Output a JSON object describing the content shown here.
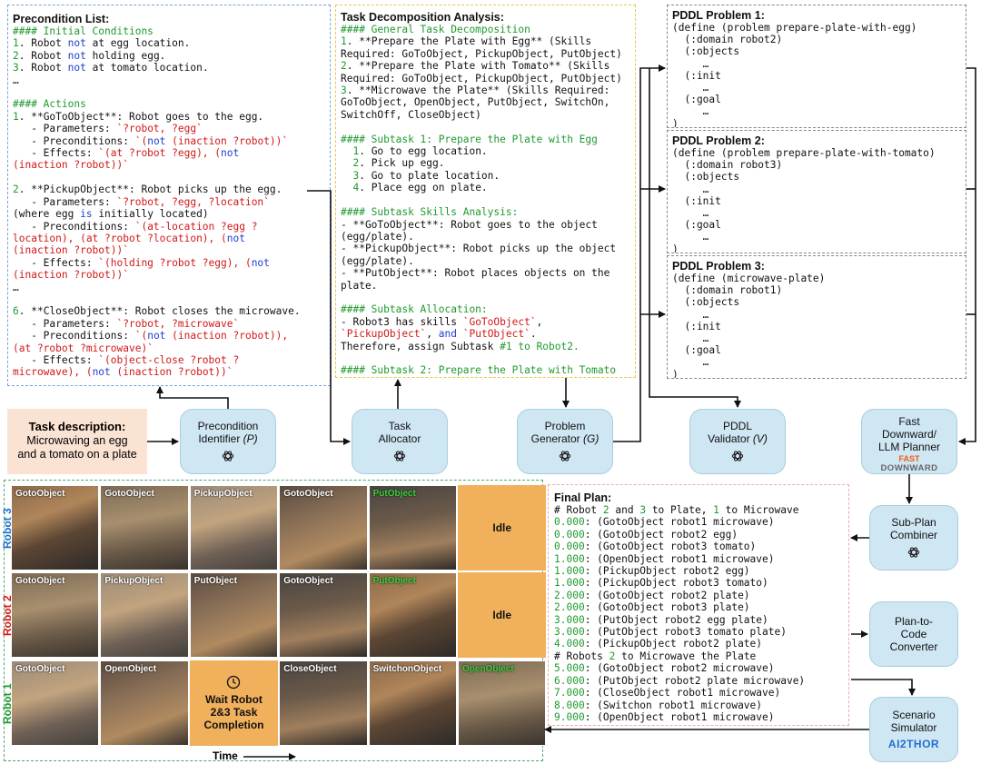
{
  "precondition": {
    "title": "Precondition List:",
    "lines": [
      [
        [
          "#### Initial Conditions",
          "g"
        ]
      ],
      [
        [
          "1",
          "g"
        ],
        [
          ". Robot ",
          "blk"
        ],
        [
          "not",
          "b"
        ],
        [
          " at egg location.",
          "blk"
        ]
      ],
      [
        [
          "2",
          "g"
        ],
        [
          ". Robot ",
          "blk"
        ],
        [
          "not",
          "b"
        ],
        [
          " holding egg.",
          "blk"
        ]
      ],
      [
        [
          "3",
          "g"
        ],
        [
          ". Robot ",
          "blk"
        ],
        [
          "not",
          "b"
        ],
        [
          " at tomato location.",
          "blk"
        ]
      ],
      [
        [
          "…",
          "blk"
        ]
      ],
      [
        [
          "",
          "blk"
        ]
      ],
      [
        [
          "#### Actions",
          "g"
        ]
      ],
      [
        [
          "1",
          "g"
        ],
        [
          ". **GoToObject**: Robot goes to the egg.",
          "blk"
        ]
      ],
      [
        [
          "   - Parameters: ",
          "blk"
        ],
        [
          "`?robot, ?egg`",
          "r"
        ]
      ],
      [
        [
          "   - Preconditions: ",
          "blk"
        ],
        [
          "`(",
          "r"
        ],
        [
          "not",
          "b"
        ],
        [
          " (inaction ?robot))`",
          "r"
        ]
      ],
      [
        [
          "   - Effects: ",
          "blk"
        ],
        [
          "`(at ?robot ?egg), (",
          "r"
        ],
        [
          "not",
          "b"
        ]
      ],
      [
        [
          "(inaction ?robot))`",
          "r"
        ]
      ],
      [
        [
          "",
          "blk"
        ]
      ],
      [
        [
          "2",
          "g"
        ],
        [
          ". **PickupObject**: Robot picks up the egg.",
          "blk"
        ]
      ],
      [
        [
          "   - Parameters: ",
          "blk"
        ],
        [
          "`?robot, ?egg, ?location`",
          "r"
        ]
      ],
      [
        [
          "(where egg ",
          "blk"
        ],
        [
          "is",
          "b"
        ],
        [
          " initially located)",
          "blk"
        ]
      ],
      [
        [
          "   - Preconditions: ",
          "blk"
        ],
        [
          "`(at-location ?egg ?",
          "r"
        ]
      ],
      [
        [
          "location), (at ?robot ?location), (",
          "r"
        ],
        [
          "not",
          "b"
        ]
      ],
      [
        [
          "(inaction ?robot))`",
          "r"
        ]
      ],
      [
        [
          "   - Effects: ",
          "blk"
        ],
        [
          "`(holding ?robot ?egg), (",
          "r"
        ],
        [
          "not",
          "b"
        ]
      ],
      [
        [
          "(inaction ?robot))`",
          "r"
        ]
      ],
      [
        [
          "…",
          "blk"
        ]
      ],
      [
        [
          "",
          "blk"
        ]
      ],
      [
        [
          "6",
          "g"
        ],
        [
          ". **CloseObject**: Robot closes the microwave.",
          "blk"
        ]
      ],
      [
        [
          "   - Parameters: ",
          "blk"
        ],
        [
          "`?robot, ?microwave`",
          "r"
        ]
      ],
      [
        [
          "   - Preconditions: ",
          "blk"
        ],
        [
          "`(",
          "r"
        ],
        [
          "not",
          "b"
        ],
        [
          " (inaction ?robot)),",
          "r"
        ]
      ],
      [
        [
          "(at ?robot ?microwave)`",
          "r"
        ]
      ],
      [
        [
          "   - Effects: ",
          "blk"
        ],
        [
          "`(object-close ?robot ?",
          "r"
        ]
      ],
      [
        [
          "microwave), (",
          "r"
        ],
        [
          "not",
          "b"
        ],
        [
          " (inaction ?robot))`",
          "r"
        ]
      ]
    ]
  },
  "decomposition": {
    "title": "Task Decomposition Analysis:",
    "lines": [
      [
        [
          "#### General Task Decomposition",
          "g"
        ]
      ],
      [
        [
          "1",
          "g"
        ],
        [
          ". **Prepare the Plate with Egg** (Skills",
          "blk"
        ]
      ],
      [
        [
          "Required: GoToObject, PickupObject, PutObject)",
          "blk"
        ]
      ],
      [
        [
          "2",
          "g"
        ],
        [
          ". **Prepare the Plate with Tomato** (Skills",
          "blk"
        ]
      ],
      [
        [
          "Required: GoToObject, PickupObject, PutObject)",
          "blk"
        ]
      ],
      [
        [
          "3",
          "g"
        ],
        [
          ". **Microwave the Plate** (Skills Required:",
          "blk"
        ]
      ],
      [
        [
          "GoToObject, OpenObject, PutObject, SwitchOn,",
          "blk"
        ]
      ],
      [
        [
          "SwitchOff, CloseObject)",
          "blk"
        ]
      ],
      [
        [
          "",
          "blk"
        ]
      ],
      [
        [
          "#### Subtask 1: Prepare the Plate with Egg",
          "g"
        ]
      ],
      [
        [
          "  1",
          "g"
        ],
        [
          ". Go to egg location.",
          "blk"
        ]
      ],
      [
        [
          "  2",
          "g"
        ],
        [
          ". Pick up egg.",
          "blk"
        ]
      ],
      [
        [
          "  3",
          "g"
        ],
        [
          ". Go to plate location.",
          "blk"
        ]
      ],
      [
        [
          "  4",
          "g"
        ],
        [
          ". Place egg on plate.",
          "blk"
        ]
      ],
      [
        [
          "",
          "blk"
        ]
      ],
      [
        [
          "#### Subtask Skills Analysis:",
          "g"
        ]
      ],
      [
        [
          "- **GoToObject**: Robot goes to the object",
          "blk"
        ]
      ],
      [
        [
          "(egg/plate).",
          "blk"
        ]
      ],
      [
        [
          "- **PickupObject**: Robot picks up the object",
          "blk"
        ]
      ],
      [
        [
          "(egg/plate).",
          "blk"
        ]
      ],
      [
        [
          "- **PutObject**: Robot places objects on the",
          "blk"
        ]
      ],
      [
        [
          "plate.",
          "blk"
        ]
      ],
      [
        [
          "",
          "blk"
        ]
      ],
      [
        [
          "#### Subtask Allocation:",
          "g"
        ]
      ],
      [
        [
          "- Robot3 has skills ",
          "blk"
        ],
        [
          "`GoToObject`",
          "r"
        ],
        [
          ",",
          "blk"
        ]
      ],
      [
        [
          "`PickupObject`",
          "r"
        ],
        [
          ", ",
          "blk"
        ],
        [
          "and",
          "b"
        ],
        [
          " ",
          "blk"
        ],
        [
          "`PutObject`",
          "r"
        ],
        [
          ".",
          "blk"
        ]
      ],
      [
        [
          "Therefore, assign Subtask ",
          "blk"
        ],
        [
          "#1 to Robot2.",
          "g"
        ]
      ],
      [
        [
          "",
          "blk"
        ]
      ],
      [
        [
          "#### Subtask 2: Prepare the Plate with Tomato",
          "g"
        ]
      ],
      [
        [
          "…",
          "blk"
        ]
      ]
    ]
  },
  "pddl": [
    {
      "title": "PDDL Problem 1:",
      "lines": [
        [
          [
            "(define (problem prepare-plate-with-egg)",
            "blk"
          ]
        ],
        [
          [
            "  (:domain robot2)",
            "blk"
          ]
        ],
        [
          [
            "  (:objects",
            "blk"
          ]
        ],
        [
          [
            "     …",
            "blk"
          ]
        ],
        [
          [
            "  (:init",
            "blk"
          ]
        ],
        [
          [
            "     …",
            "blk"
          ]
        ],
        [
          [
            "  (:goal",
            "blk"
          ]
        ],
        [
          [
            "     …",
            "blk"
          ]
        ],
        [
          [
            ")",
            "blk"
          ]
        ]
      ]
    },
    {
      "title": "PDDL Problem 2:",
      "lines": [
        [
          [
            "(define (problem prepare-plate-with-tomato)",
            "blk"
          ]
        ],
        [
          [
            "  (:domain robot3)",
            "blk"
          ]
        ],
        [
          [
            "  (:objects",
            "blk"
          ]
        ],
        [
          [
            "     …",
            "blk"
          ]
        ],
        [
          [
            "  (:init",
            "blk"
          ]
        ],
        [
          [
            "     …",
            "blk"
          ]
        ],
        [
          [
            "  (:goal",
            "blk"
          ]
        ],
        [
          [
            "     …",
            "blk"
          ]
        ],
        [
          [
            ")",
            "blk"
          ]
        ]
      ]
    },
    {
      "title": "PDDL Problem 3:",
      "lines": [
        [
          [
            "(define (microwave-plate)",
            "blk"
          ]
        ],
        [
          [
            "  (:domain robot1)",
            "blk"
          ]
        ],
        [
          [
            "  (:objects",
            "blk"
          ]
        ],
        [
          [
            "     …",
            "blk"
          ]
        ],
        [
          [
            "  (:init",
            "blk"
          ]
        ],
        [
          [
            "     …",
            "blk"
          ]
        ],
        [
          [
            "  (:goal",
            "blk"
          ]
        ],
        [
          [
            "     …",
            "blk"
          ]
        ],
        [
          [
            ")",
            "blk"
          ]
        ]
      ]
    }
  ],
  "final_plan": {
    "title": "Final Plan:",
    "lines": [
      [
        [
          "# Robot ",
          "blk"
        ],
        [
          "2",
          "g"
        ],
        [
          " and ",
          "blk"
        ],
        [
          "3",
          "g"
        ],
        [
          " to Plate, ",
          "blk"
        ],
        [
          "1",
          "g"
        ],
        [
          " to Microwave",
          "blk"
        ]
      ],
      [
        [
          "0.000",
          "g"
        ],
        [
          ": (GotoObject robot1 microwave)",
          "blk"
        ]
      ],
      [
        [
          "0.000",
          "g"
        ],
        [
          ": (GotoObject robot2 egg)",
          "blk"
        ]
      ],
      [
        [
          "0.000",
          "g"
        ],
        [
          ": (GotoObject robot3 tomato)",
          "blk"
        ]
      ],
      [
        [
          "1.000",
          "g"
        ],
        [
          ": (OpenObject robot1 microwave)",
          "blk"
        ]
      ],
      [
        [
          "1.000",
          "g"
        ],
        [
          ": (PickupObject robot2 egg)",
          "blk"
        ]
      ],
      [
        [
          "1.000",
          "g"
        ],
        [
          ": (PickupObject robot3 tomato)",
          "blk"
        ]
      ],
      [
        [
          "2.000",
          "g"
        ],
        [
          ": (GotoObject robot2 plate)",
          "blk"
        ]
      ],
      [
        [
          "2.000",
          "g"
        ],
        [
          ": (GotoObject robot3 plate)",
          "blk"
        ]
      ],
      [
        [
          "3.000",
          "g"
        ],
        [
          ": (PutObject robot2 egg plate)",
          "blk"
        ]
      ],
      [
        [
          "3.000",
          "g"
        ],
        [
          ": (PutObject robot3 tomato plate)",
          "blk"
        ]
      ],
      [
        [
          "4.000",
          "g"
        ],
        [
          ": (PickupObject robot2 plate)",
          "blk"
        ]
      ],
      [
        [
          "# Robots ",
          "blk"
        ],
        [
          "2",
          "g"
        ],
        [
          " to Microwave the Plate",
          "blk"
        ]
      ],
      [
        [
          "5.000",
          "g"
        ],
        [
          ": (GotoObject robot2 microwave)",
          "blk"
        ]
      ],
      [
        [
          "6.000",
          "g"
        ],
        [
          ": (PutObject robot2 plate microwave)",
          "blk"
        ]
      ],
      [
        [
          "7.000",
          "g"
        ],
        [
          ": (CloseObject robot1 microwave)",
          "blk"
        ]
      ],
      [
        [
          "8.000",
          "g"
        ],
        [
          ": (Switchon robot1 microwave)",
          "blk"
        ]
      ],
      [
        [
          "9.000",
          "g"
        ],
        [
          ": (OpenObject robot1 microwave)",
          "blk"
        ]
      ]
    ]
  },
  "task_description": {
    "title": "Task description:",
    "text": "Microwaving an egg and a tomato on a plate"
  },
  "nodes": {
    "precondition": {
      "l1": "Precondition",
      "l2": "Identifier ",
      "l3": "(P)"
    },
    "allocator": {
      "l1": "Task",
      "l2": "Allocator"
    },
    "generator": {
      "l1": "Problem",
      "l2": "Generator ",
      "l3": "(G)"
    },
    "validator": {
      "l1": "PDDL",
      "l2": "Validator ",
      "l3": "(V)"
    },
    "planner": {
      "l1": "Fast",
      "l2": "Downward/",
      "l3": "LLM Planner",
      "fast": "FAST",
      "downward": "DOWNWARD"
    },
    "combiner": {
      "l1": "Sub-Plan",
      "l2": "Combiner"
    },
    "converter": {
      "l1": "Plan-to-",
      "l2": "Code",
      "l3": "Converter"
    },
    "simulator": {
      "l1": "Scenario",
      "l2": "Simulator",
      "logo": "AI2THOR"
    }
  },
  "robots": [
    {
      "label": "Robot 3",
      "color": "#1f6fd0",
      "tiles": [
        {
          "label": "GotoObject",
          "green": false
        },
        {
          "label": "GotoObject",
          "green": false
        },
        {
          "label": "PickupObject",
          "green": false
        },
        {
          "label": "GotoObject",
          "green": false
        },
        {
          "label": "PutObject",
          "green": true
        }
      ],
      "idle": "Idle"
    },
    {
      "label": "Robot 2",
      "color": "#d01818",
      "tiles": [
        {
          "label": "GotoObject",
          "green": false
        },
        {
          "label": "PickupObject",
          "green": false
        },
        {
          "label": "PutObject",
          "green": false
        },
        {
          "label": "GotoObject",
          "green": false
        },
        {
          "label": "PutObject",
          "green": true
        }
      ],
      "idle": "Idle"
    },
    {
      "label": "Robot 1",
      "color": "#1f9a2f",
      "tiles": [
        {
          "label": "GotoObject",
          "green": false
        },
        {
          "label": "OpenObject",
          "green": false
        },
        {
          "label": "CloseObject",
          "green": false
        },
        {
          "label": "SwitchonObject",
          "green": false
        },
        {
          "label": "OpenObject",
          "green": true
        }
      ],
      "wait": "Wait Robot\n2&3 Task\nCompletion"
    }
  ],
  "time_label": "Time",
  "colors": {
    "node_fill": "#cfe6f3",
    "precondition_border": "#7aa3d6",
    "decomposition_border": "#e8c84a",
    "pddl_border": "#888888",
    "plan_border": "#f0a8a8",
    "sim_border": "#4aa869",
    "task_fill": "#fbe3d3",
    "idle_fill": "#f0b05c"
  }
}
